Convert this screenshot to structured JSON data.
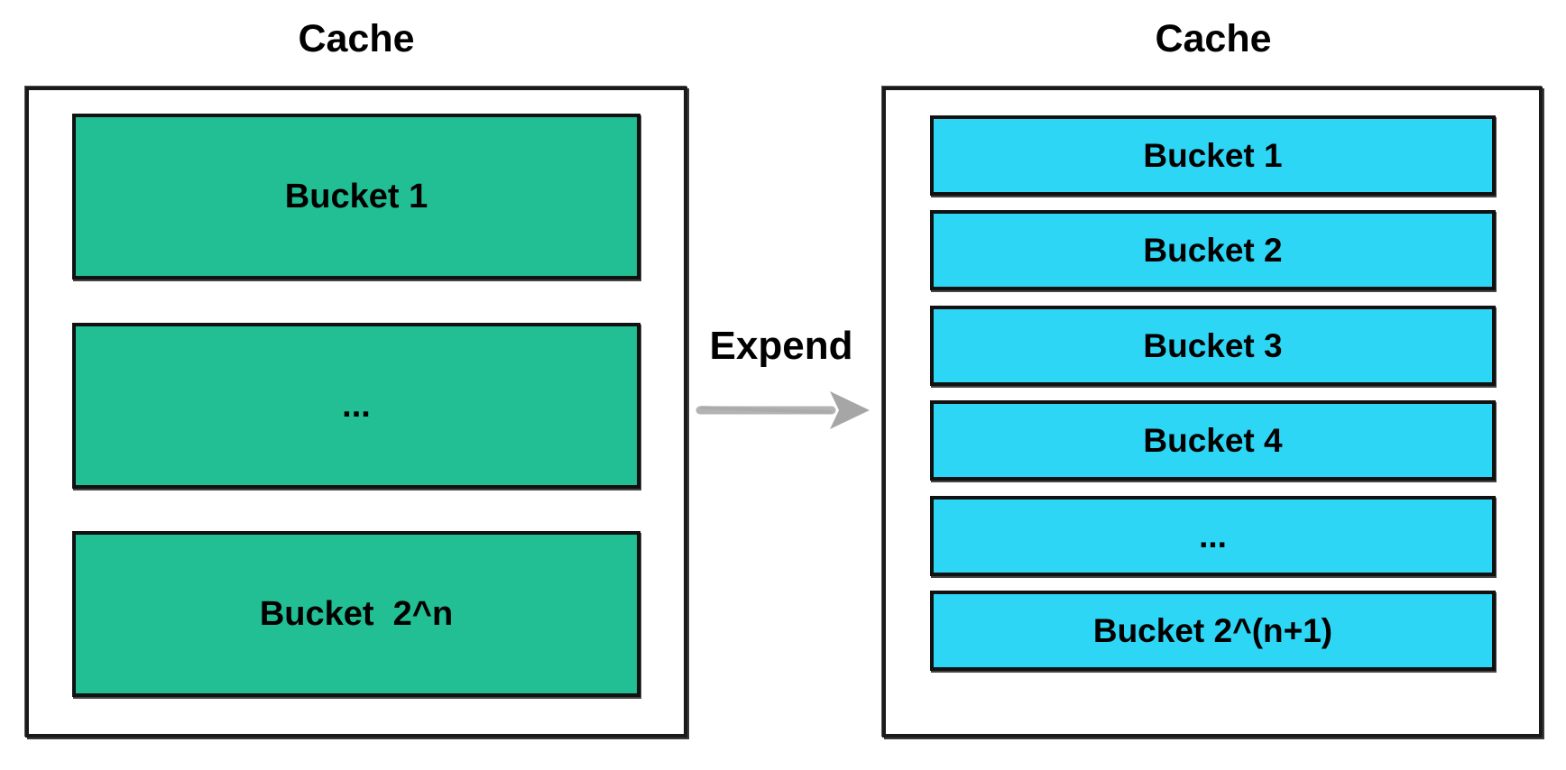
{
  "left_cache": {
    "title": "Cache",
    "bucket_color": "#22BE94",
    "buckets": [
      {
        "label": "Bucket 1"
      },
      {
        "label": "..."
      },
      {
        "label": "Bucket  2^n"
      }
    ]
  },
  "right_cache": {
    "title": "Cache",
    "bucket_color": "#2ED6F5",
    "buckets": [
      {
        "label": "Bucket 1"
      },
      {
        "label": "Bucket 2"
      },
      {
        "label": "Bucket 3"
      },
      {
        "label": "Bucket 4"
      },
      {
        "label": "..."
      },
      {
        "label": "Bucket 2^(n+1)"
      }
    ]
  },
  "transition": {
    "label": "Expend",
    "arrow_color": "#A6A6A6",
    "icon": "right-arrow-icon"
  }
}
